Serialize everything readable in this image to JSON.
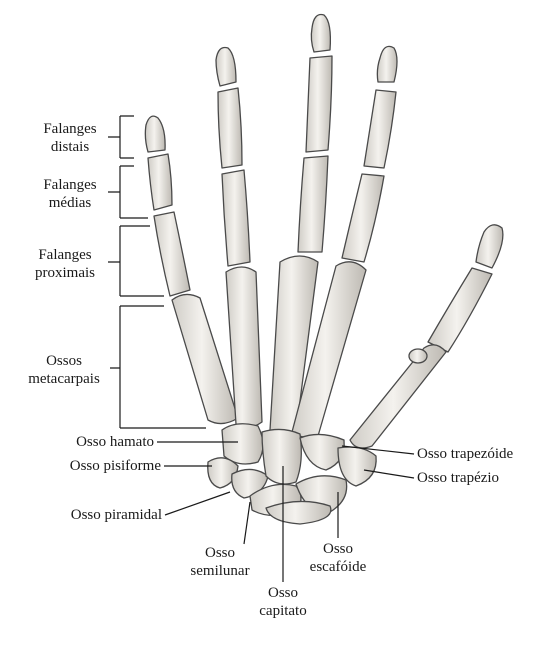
{
  "labels": {
    "falanges_distais": {
      "line1": "Falanges",
      "line2": "distais"
    },
    "falanges_medias": {
      "line1": "Falanges",
      "line2": "médias"
    },
    "falanges_proximais": {
      "line1": "Falanges",
      "line2": "proximais"
    },
    "ossos_metacarpais": {
      "line1": "Ossos",
      "line2": "metacarpais"
    },
    "osso_hamato": "Osso hamato",
    "osso_pisiforme": "Osso pisiforme",
    "osso_piramidal": "Osso piramidal",
    "osso_semilunar": {
      "line1": "Osso",
      "line2": "semilunar"
    },
    "osso_capitato": {
      "line1": "Osso",
      "line2": "capitato"
    },
    "osso_escafoide": {
      "line1": "Osso",
      "line2": "escafóide"
    },
    "osso_trapezoide": "Osso trapezóide",
    "osso_trapezio": "Osso trapézio"
  },
  "colors": {
    "bone_fill": "#eceae6",
    "bone_stroke": "#4a4a4a",
    "line": "#1a1a1a"
  }
}
